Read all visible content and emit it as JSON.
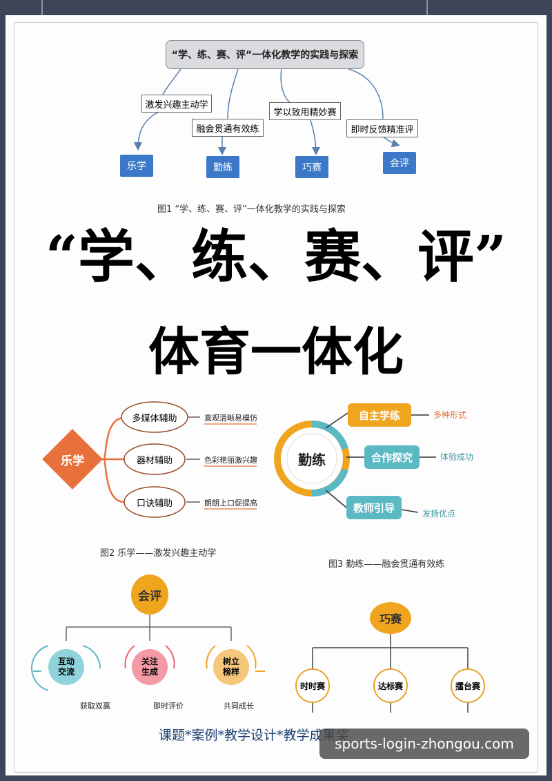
{
  "fig1": {
    "title": "“学、练、赛、评”一体化教学的实践与探索",
    "labels": [
      "激发兴趣主动学",
      "融会贯通有效练",
      "学以致用精妙赛",
      "即时反馈精准评"
    ],
    "nodes": [
      "乐学",
      "勤练",
      "巧赛",
      "会评"
    ],
    "caption": "图1 “学、练、赛、评”一体化教学的实践与探索"
  },
  "headline": {
    "line1": "“学、练、赛、评”",
    "line2": "体育一体化"
  },
  "fig2": {
    "center": "乐学",
    "branches": [
      "多媒体辅助",
      "器材辅助",
      "口诀辅助"
    ],
    "notes": [
      "直观清晰易模仿",
      "色彩艳丽激兴趣",
      "朗朗上口促提高"
    ],
    "caption": "图2 乐学——激发兴趣主动学"
  },
  "fig3": {
    "center": "勤练",
    "branches": [
      "自主学练",
      "合作探究",
      "教师引导"
    ],
    "notes": [
      "多种形式",
      "体验成功",
      "发扬优点"
    ],
    "caption": "图3 勤练——融会贯通有效练"
  },
  "fig4": {
    "center": "会评",
    "children": [
      "互动交流",
      "关注生成",
      "树立榜样"
    ],
    "notes": [
      "获取双赢",
      "即时评价",
      "共同成长"
    ]
  },
  "fig5": {
    "center": "巧赛",
    "children": [
      "时时赛",
      "达标赛",
      "擂台赛"
    ]
  },
  "footer": "课题*案例*教学设计*教学成果奖",
  "watermark": "sports-login-zhongou.com",
  "colors": {
    "blue_node": "#3b78c8",
    "orange": "#e8703a",
    "amber": "#f0a51f",
    "teal": "#5bb9c4",
    "pink": "#ec5f6f"
  }
}
